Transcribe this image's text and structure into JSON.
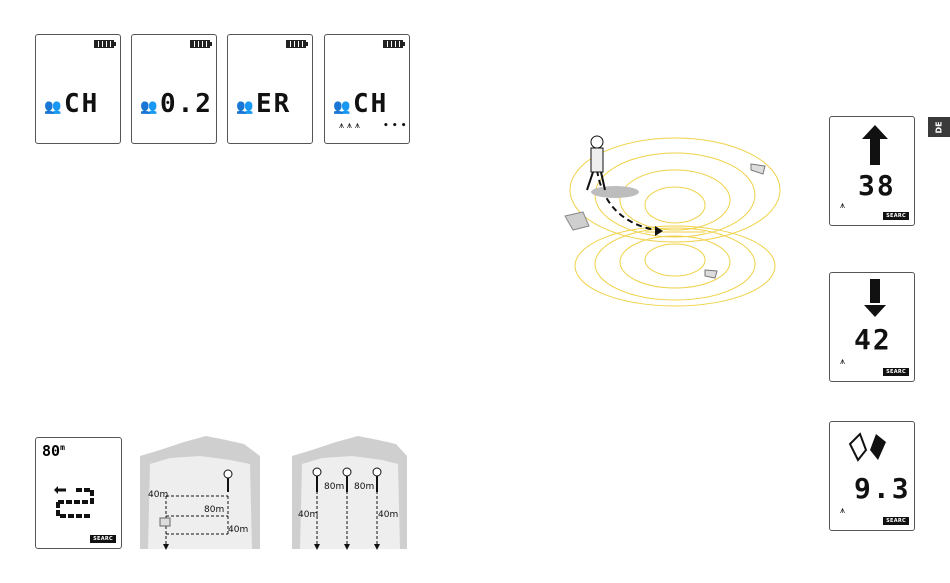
{
  "language_tab": "DE",
  "top_displays": [
    {
      "code": "CH",
      "ppl_icon": "two-people-icon",
      "antennas": ""
    },
    {
      "code": "0.2",
      "ppl_icon": "two-people-icon",
      "antennas": ""
    },
    {
      "code": "ER",
      "ppl_icon": "two-people-icon",
      "antennas": ""
    },
    {
      "code": "CH",
      "ppl_icon": "two-people-icon",
      "antennas": "• • •"
    }
  ],
  "search_display": {
    "range": "80",
    "range_unit": "m",
    "badge": "SEARC"
  },
  "cave_left": {
    "labels": [
      "40m",
      "80m",
      "40m"
    ]
  },
  "cave_right": {
    "labels": [
      "40m",
      "80m",
      "80m",
      "40m"
    ]
  },
  "right_displays": [
    {
      "distance": "38",
      "badge": "SEARC",
      "arrow": "up-arrow-icon"
    },
    {
      "distance": "42",
      "badge": "SEARC",
      "arrow": "down-arrow-icon"
    },
    {
      "distance": "9.3",
      "badge": "SEARC",
      "arrow": "split-arrow-icon"
    }
  ],
  "colors": {
    "field_lines": "#f0d248",
    "rock": "#c9c9c9",
    "cave": "#bdbdbd"
  }
}
